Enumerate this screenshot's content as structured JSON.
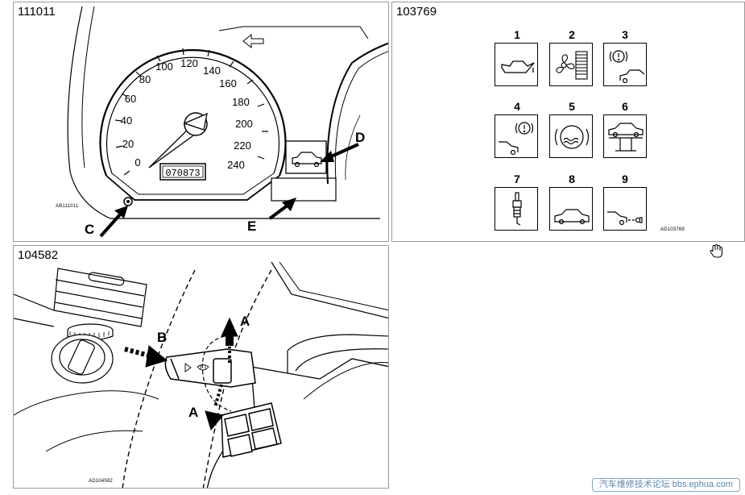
{
  "panels": {
    "speedometer": {
      "label": "111011",
      "figure_code": "AB111011",
      "odometer": "070873",
      "speed_ticks": [
        "0",
        "20",
        "40",
        "60",
        "80",
        "100",
        "120",
        "140",
        "160",
        "180",
        "200",
        "220",
        "240"
      ],
      "callouts": {
        "c": "C",
        "d": "D",
        "e": "E"
      }
    },
    "warning_icons": {
      "label": "103769",
      "figure_code": "AD103769",
      "icons": [
        {
          "num": "1",
          "icon": "oil-can-icon"
        },
        {
          "num": "2",
          "icon": "fan-radiator-icon"
        },
        {
          "num": "3",
          "icon": "brake-warning-car-icon"
        },
        {
          "num": "4",
          "icon": "car-brake-warning-icon"
        },
        {
          "num": "5",
          "icon": "coolant-level-icon"
        },
        {
          "num": "6",
          "icon": "car-lift-icon"
        },
        {
          "num": "7",
          "icon": "spark-plug-icon"
        },
        {
          "num": "8",
          "icon": "car-icon"
        },
        {
          "num": "9",
          "icon": "car-exhaust-icon"
        }
      ]
    },
    "stalk": {
      "label": "104582",
      "figure_code": "AD104582",
      "callouts": {
        "a_top": "A",
        "a_bottom": "A",
        "b": "B"
      }
    }
  },
  "watermark": "汽车维修技术论坛 bbs.ephua.com"
}
